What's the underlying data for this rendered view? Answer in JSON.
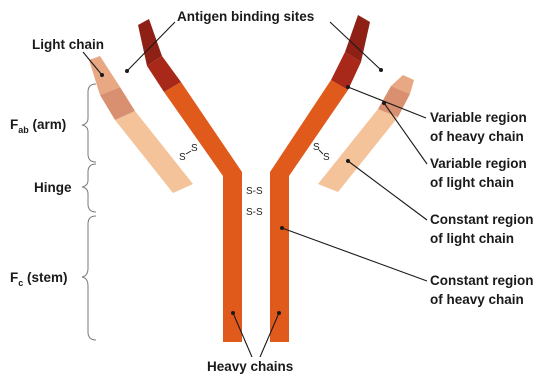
{
  "labels": {
    "antigen_binding_sites": "Antigen binding sites",
    "light_chain": "Light chain",
    "fab_prefix": "F",
    "fab_sub": "ab",
    "fab_suffix": " (arm)",
    "hinge": "Hinge",
    "fc_prefix": "F",
    "fc_sub": "c",
    "fc_suffix": " (stem)",
    "variable_heavy_1": "Variable region",
    "variable_heavy_2": "of heavy chain",
    "variable_light_1": "Variable region",
    "variable_light_2": "of light chain",
    "constant_light_1": "Constant region",
    "constant_light_2": "of light chain",
    "constant_heavy_1": "Constant region",
    "constant_heavy_2": "of heavy chain",
    "heavy_chains": "Heavy chains"
  },
  "bonds": {
    "disulfide": "S-S",
    "left_s1": "S",
    "left_s2": "S",
    "right_s1": "S",
    "right_s2": "S"
  },
  "colors": {
    "heavy_constant": "#e05a1c",
    "heavy_variable": "#a8281a",
    "light_constant": "#f4c39a",
    "light_variable": "#d89070",
    "bracket": "#7a7a7a"
  }
}
